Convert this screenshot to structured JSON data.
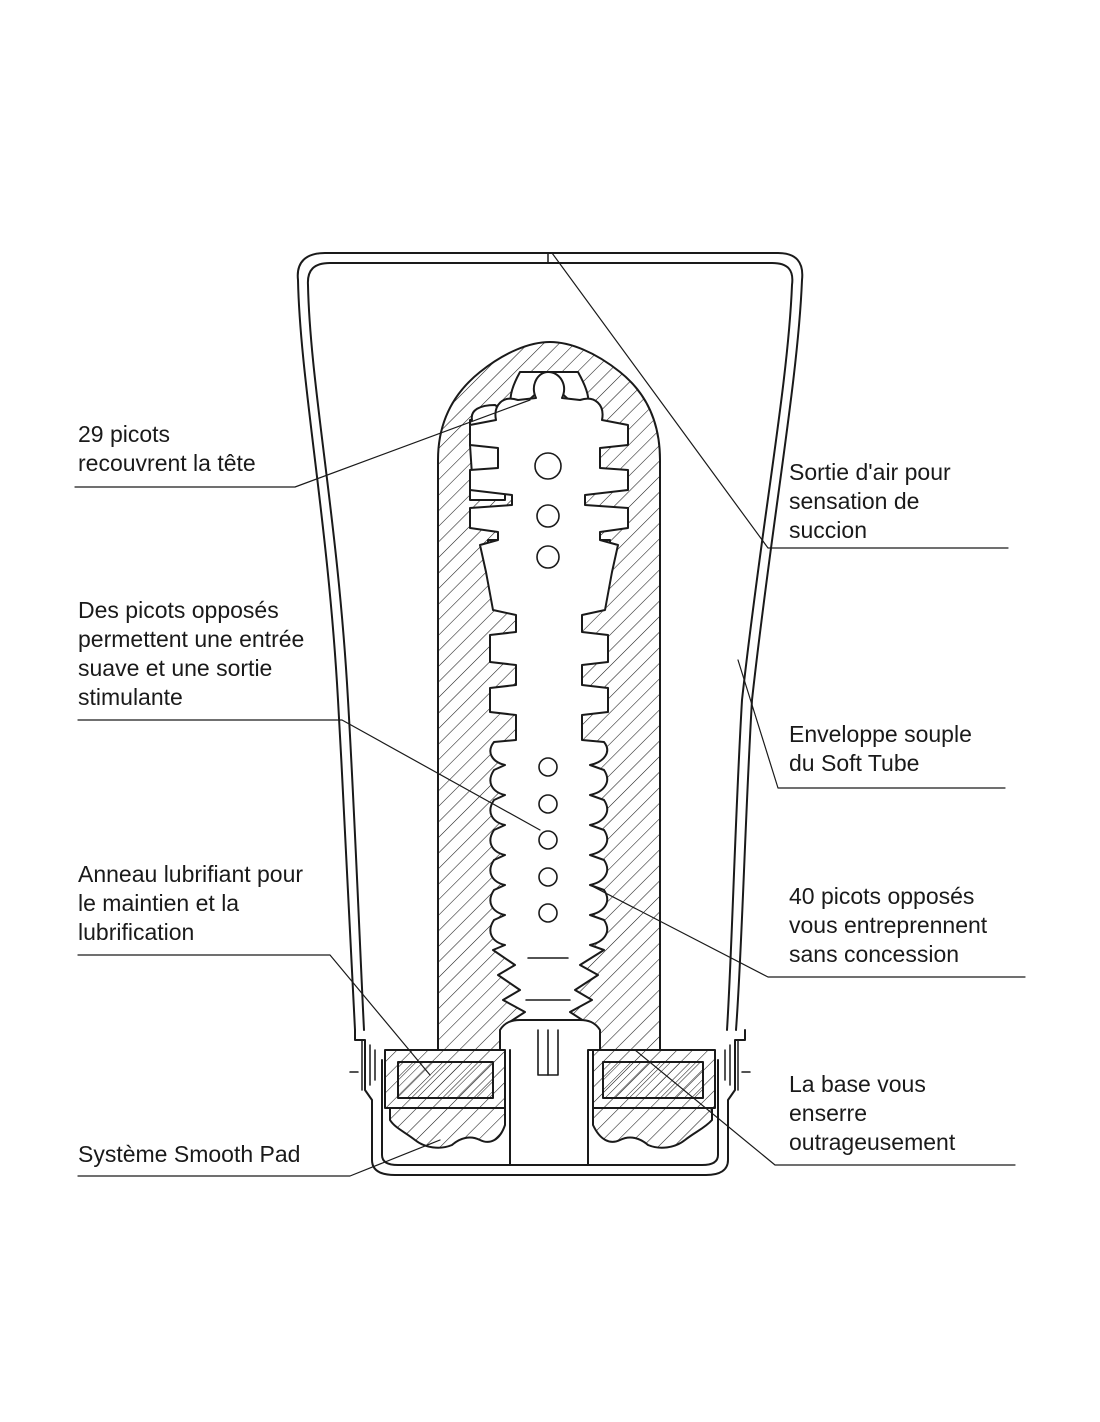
{
  "labels": {
    "head_spikes": [
      "29 picots",
      "recouvrent la tête"
    ],
    "opposed_spikes": [
      "Des picots opposés",
      "permettent une entrée",
      "suave et une sortie",
      "stimulante"
    ],
    "lube_ring": [
      "Anneau lubrifiant pour",
      "le maintien et la",
      "lubrification"
    ],
    "smooth_pad": [
      "Système Smooth Pad"
    ],
    "air_outlet": [
      "Sortie d'air pour",
      "sensation de",
      "succion"
    ],
    "soft_case": [
      "Enveloppe souple",
      "du Soft Tube"
    ],
    "forty_spikes": [
      "40 picots opposés",
      "vous entreprennent",
      "sans concession"
    ],
    "base": [
      "La base vous",
      "enserre",
      "outrageusement"
    ]
  },
  "colors": {
    "line": "#1a1a1a",
    "text": "#1a1a1a",
    "background": "#ffffff"
  }
}
